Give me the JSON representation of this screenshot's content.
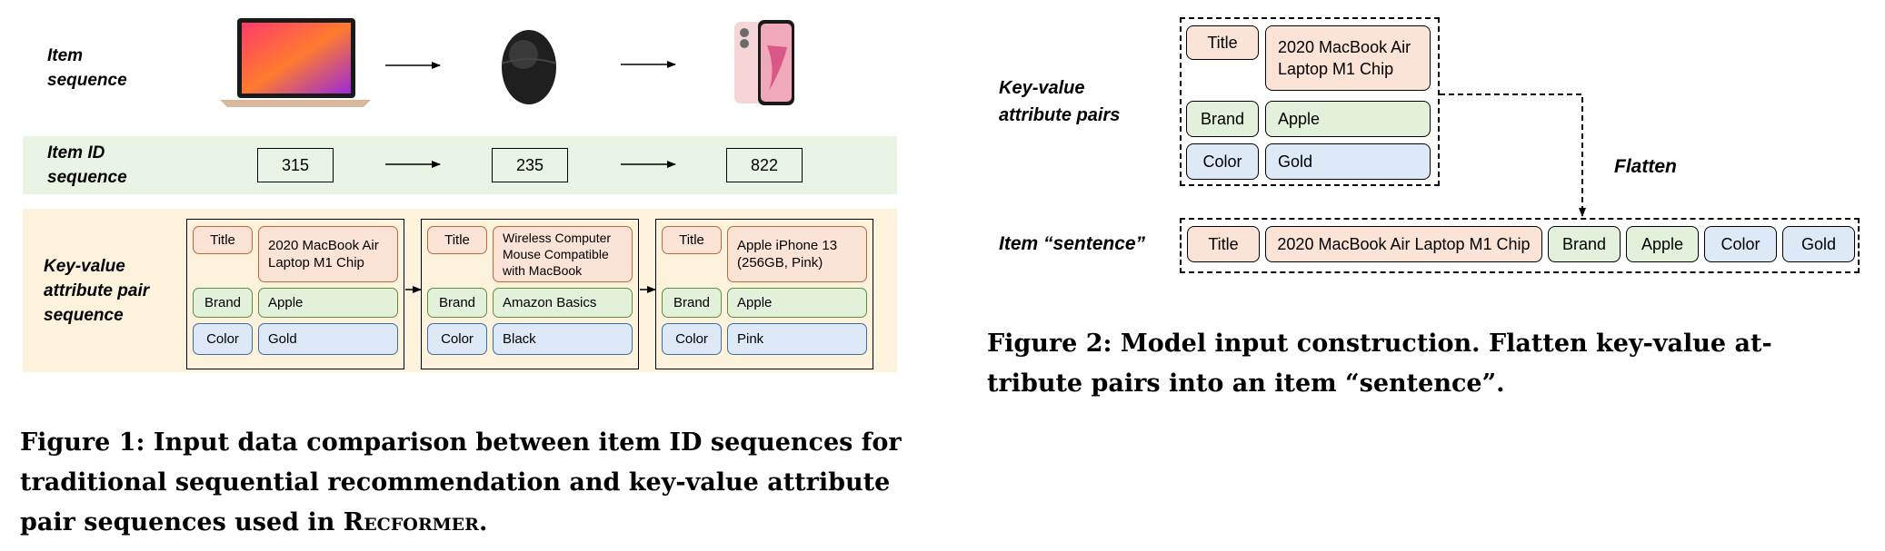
{
  "figure1": {
    "row_labels": {
      "item_sequence": "Item\nsequence",
      "item_id_sequence": "Item ID\nsequence",
      "kv_sequence": "Key-value\nattribute pair\nsequence"
    },
    "products": [
      "laptop",
      "mouse",
      "phone"
    ],
    "item_ids": [
      "315",
      "235",
      "822"
    ],
    "items": [
      {
        "title_key": "Title",
        "title_value": "2020 MacBook Air\nLaptop M1 Chip",
        "brand_key": "Brand",
        "brand_value": "Apple",
        "color_key": "Color",
        "color_value": "Gold"
      },
      {
        "title_key": "Title",
        "title_value": "Wireless Computer\nMouse Compatible\nwith MacBook",
        "brand_key": "Brand",
        "brand_value": "Amazon Basics",
        "color_key": "Color",
        "color_value": "Black"
      },
      {
        "title_key": "Title",
        "title_value": "Apple iPhone 13\n(256GB, Pink)",
        "brand_key": "Brand",
        "brand_value": "Apple",
        "color_key": "Color",
        "color_value": "Pink"
      }
    ],
    "caption_pre": "Figure 1: Input data comparison between item ID sequences for traditional sequential recommendation and key-value attribute pair sequences used in ",
    "caption_model": "Recformer",
    "caption_post": "."
  },
  "figure2": {
    "kv_label": "Key-value\nattribute pairs",
    "sentence_label": "Item “sentence”",
    "flatten_label": "Flatten",
    "pairs": {
      "title_key": "Title",
      "title_value": "2020 MacBook Air\nLaptop M1 Chip",
      "brand_key": "Brand",
      "brand_value": "Apple",
      "color_key": "Color",
      "color_value": "Gold"
    },
    "sentence": {
      "title_key": "Title",
      "title_value": "2020 MacBook Air Laptop M1 Chip",
      "brand_key": "Brand",
      "brand_value": "Apple",
      "color_key": "Color",
      "color_value": "Gold"
    },
    "caption": "Figure 2: Model input construction. Flatten key-value at-\ntribute pairs into an item “sentence”."
  },
  "colors": {
    "title_fill": "#fbe3d6",
    "title_border": "#c0673b",
    "brand_fill": "#e3f0da",
    "brand_border": "#5f8f3e",
    "color_fill": "#dde9f6",
    "color_border": "#3e6ca3",
    "id_band": "#e9f4e4",
    "kv_band": "#fdf2dc"
  }
}
